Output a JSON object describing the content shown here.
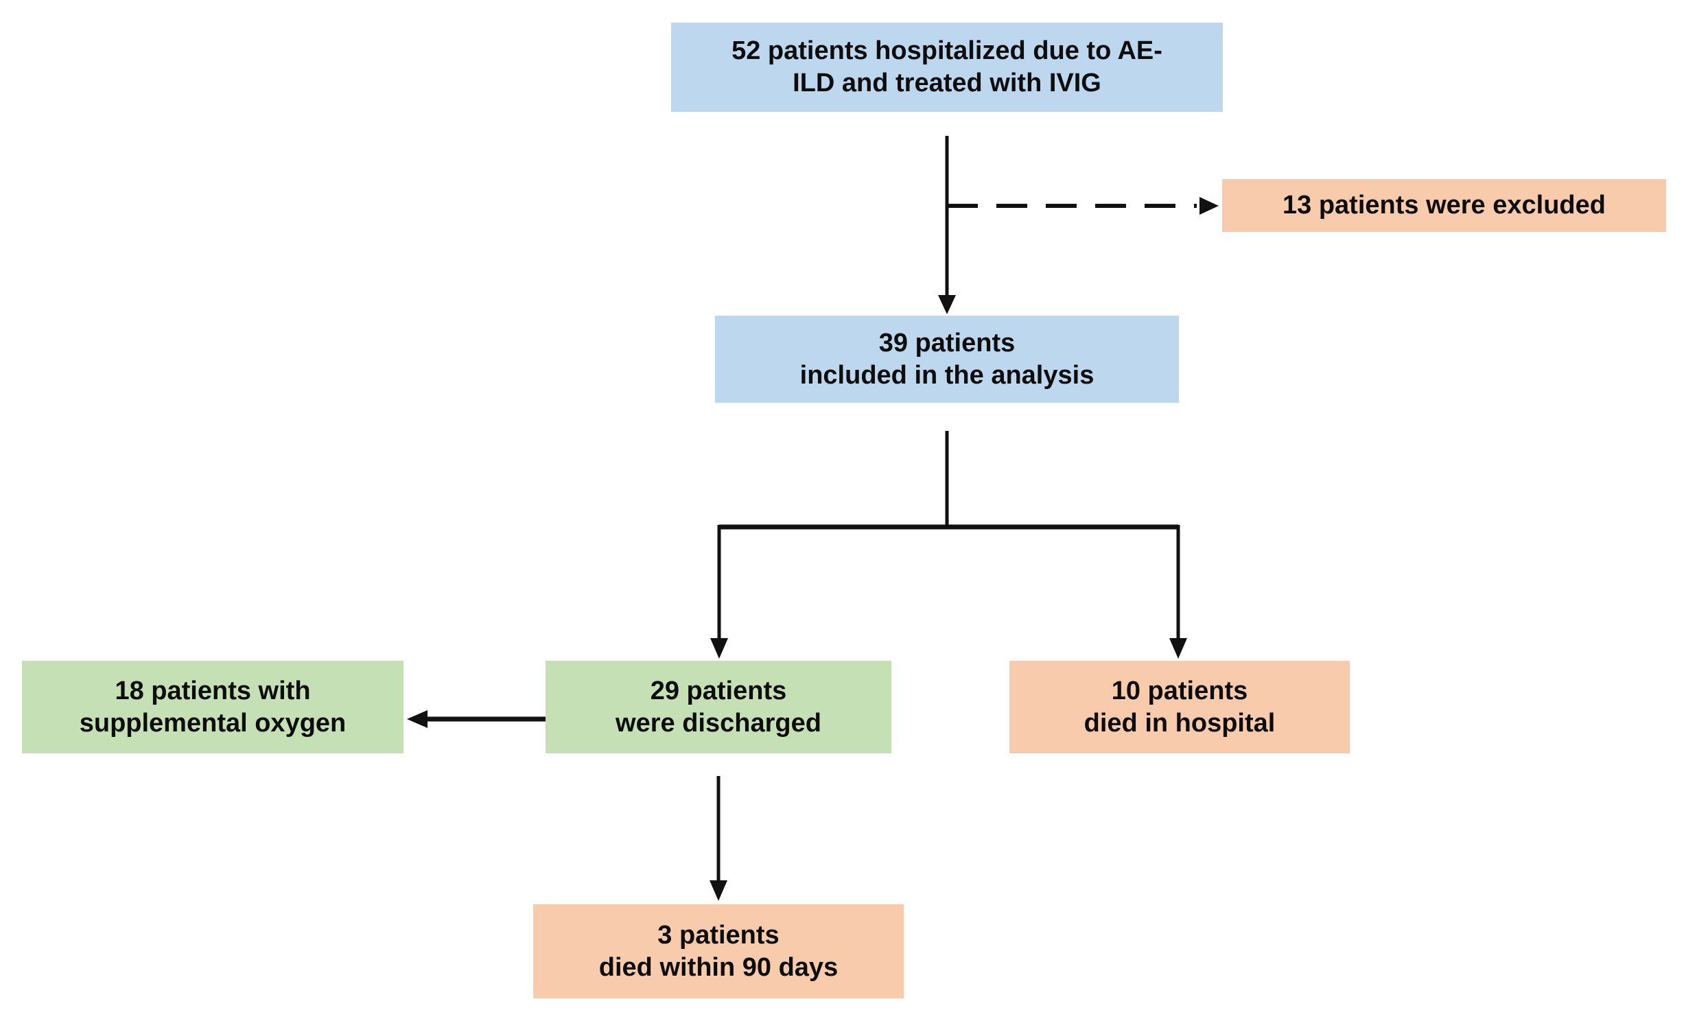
{
  "colors": {
    "background": "#ffffff",
    "box_blue": "#BDD7EE",
    "box_green": "#C5E0B4",
    "box_orange": "#F8CBAD",
    "line": "#111111",
    "text": "#0d0d0d"
  },
  "flowchart": {
    "top": {
      "line1": "52 patients hospitalized due to AE-",
      "line2": "ILD and treated with IVIG"
    },
    "excluded": {
      "line1": "13 patients were excluded"
    },
    "included": {
      "line1": "39 patients",
      "line2": "included in the analysis"
    },
    "oxygen": {
      "line1": "18 patients with",
      "line2": "supplemental oxygen"
    },
    "discharged": {
      "line1": "29 patients",
      "line2": "were discharged"
    },
    "died_hospital": {
      "line1": "10 patients",
      "line2": "died in hospital"
    },
    "died_90days": {
      "line1": "3 patients",
      "line2": "died within 90 days"
    }
  }
}
